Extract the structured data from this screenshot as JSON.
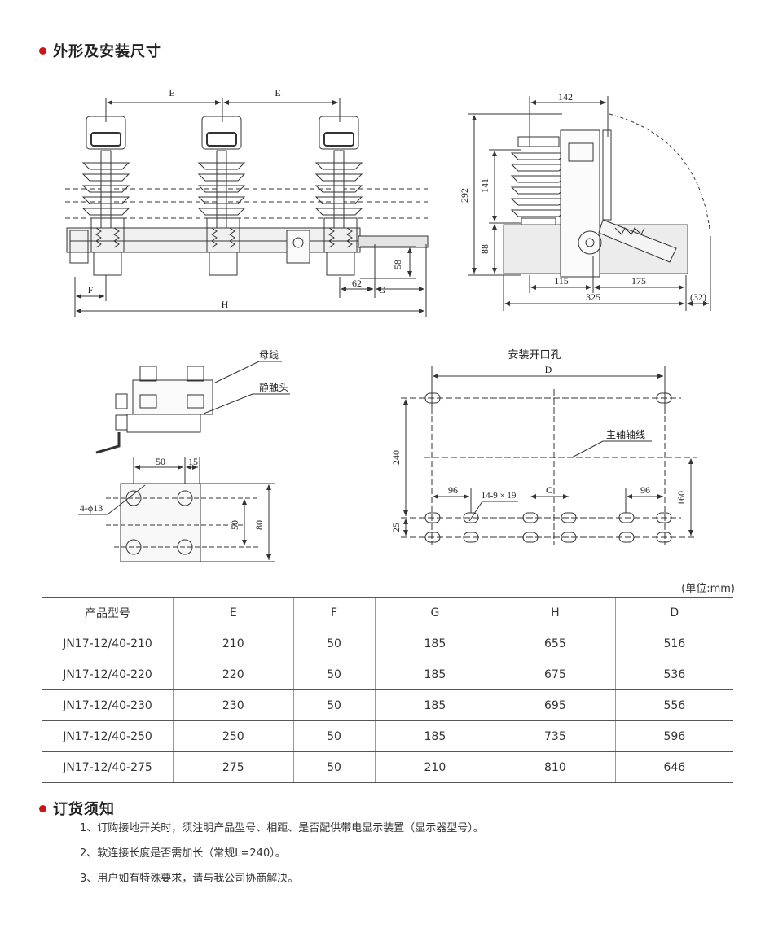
{
  "sections": {
    "dimensions_title": "外形及安装尺寸",
    "order_title": "订货须知"
  },
  "drawing_labels": {
    "front": {
      "e_left": "E",
      "e_right": "E",
      "f": "F",
      "h": "H",
      "g": "G",
      "d62": "62",
      "d58": "58"
    },
    "side": {
      "d142": "142",
      "d292": "292",
      "d141": "141",
      "d88": "88",
      "d115": "115",
      "d175": "175",
      "d325": "325",
      "d32": "(32)"
    },
    "busbar": {
      "label_busbar": "母线",
      "label_contact": "静触头",
      "d50": "50",
      "d15": "15",
      "d50v": "50",
      "d80": "80",
      "holes": "4-ϕ13"
    },
    "mounting": {
      "title": "安装开口孔",
      "d": "D",
      "c": "C",
      "axis_label": "主轴轴线",
      "d240": "240",
      "d25": "25",
      "d96_left": "96",
      "d96_right": "96",
      "slot": "14-9 × 19",
      "d160": "160"
    }
  },
  "table": {
    "unit": "(单位:mm)",
    "headers": [
      "产品型号",
      "E",
      "F",
      "G",
      "H",
      "D"
    ],
    "rows": [
      [
        "JN17-12/40-210",
        "210",
        "50",
        "185",
        "655",
        "516"
      ],
      [
        "JN17-12/40-220",
        "220",
        "50",
        "185",
        "675",
        "536"
      ],
      [
        "JN17-12/40-230",
        "230",
        "50",
        "185",
        "695",
        "556"
      ],
      [
        "JN17-12/40-250",
        "250",
        "50",
        "185",
        "735",
        "596"
      ],
      [
        "JN17-12/40-275",
        "275",
        "50",
        "210",
        "810",
        "646"
      ]
    ]
  },
  "notes": [
    "1、订购接地开关时，须注明产品型号、相距、是否配供带电显示装置（显示器型号）。",
    "2、软连接长度是否需加长（常规L=240）。",
    "3、用户如有特殊要求，请与我公司协商解决。"
  ],
  "colors": {
    "accent": "#d0121b",
    "line": "#333333"
  }
}
